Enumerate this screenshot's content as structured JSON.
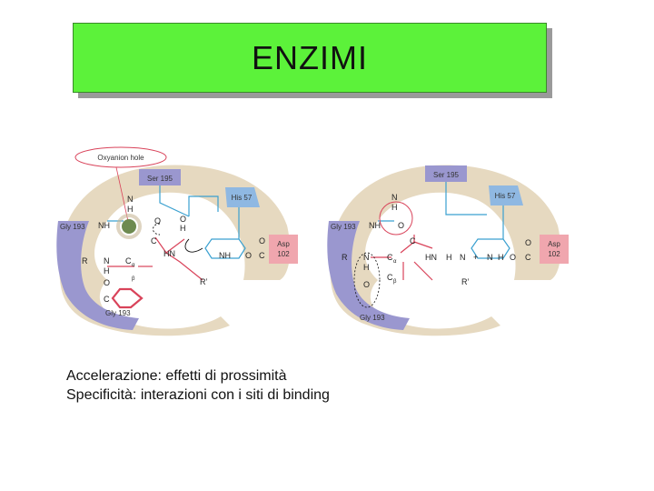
{
  "title": "ENZIMI",
  "caption": {
    "line1": "Accelerazione: effetti di prossimità",
    "line2": "Specificità: interazioni con i siti di binding"
  },
  "left_panel": {
    "oxyanion_label": "Oxyanion hole",
    "ser": "Ser 195",
    "his": "His 57",
    "gly_top": "Gly 193",
    "gly_bottom": "Gly 193",
    "asp_line1": "Asp",
    "asp_line2": "102",
    "atoms": {
      "n1": "N",
      "h1": "H",
      "nh": "NH",
      "o1": "O",
      "h2": "H",
      "c1": "C",
      "hn": "HN",
      "o2": "O",
      "r": "R",
      "n2": "N",
      "h3": "H",
      "c2": "C",
      "ca": "α",
      "o3": "O",
      "cprime": "C",
      "cb": "β",
      "rprime": "R’",
      "nh2": "NH",
      "c3": "C",
      "o4": "O",
      "o5": "O"
    }
  },
  "right_panel": {
    "ser": "Ser 195",
    "his": "His 57",
    "gly_top": "Gly 193",
    "gly_bottom": "Gly 193",
    "asp_line1": "Asp",
    "asp_line2": "102",
    "atoms": {
      "n1": "N",
      "h1": "H",
      "nh": "NH",
      "o1": "O",
      "c1": "C",
      "hn": "HN",
      "h2": "H",
      "n2": "N",
      "plus": "+",
      "n3": "N",
      "h3": "H",
      "o2": "O",
      "c2": "C",
      "o3": "O",
      "r": "R",
      "n4": "N",
      "h4": "H",
      "c3": "C",
      "ca": "α",
      "o4": "O",
      "c4": "C",
      "cb": "β",
      "rprime": "R’"
    }
  },
  "colors": {
    "title_bg": "#5cf23a",
    "band": "#e6d9c0",
    "purple": "#9a97cf",
    "blue": "#8fb8e2",
    "pink": "#f0a6ae",
    "bond_red": "#d9435a",
    "bond_blue": "#3aa0d0"
  }
}
